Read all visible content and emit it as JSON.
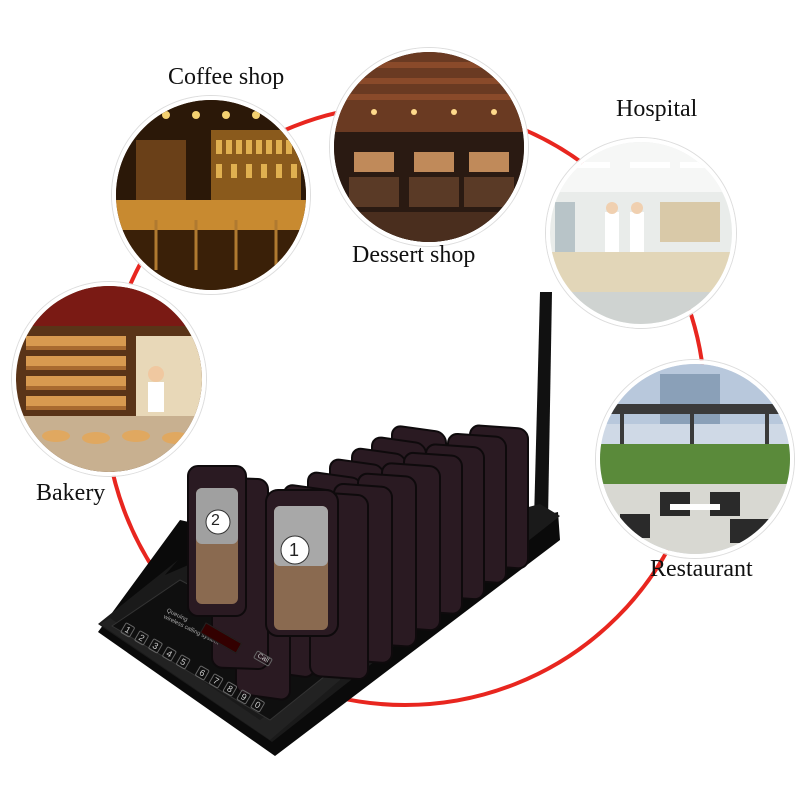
{
  "venues": {
    "coffee_shop": "Coffee shop",
    "dessert_shop": "Dessert shop",
    "hospital": "Hospital",
    "bakery": "Bakery",
    "restaurant": "Restaurant"
  },
  "device": {
    "pager_numbers": [
      "2",
      "1"
    ],
    "keypad_keys": [
      "1",
      "2",
      "3",
      "4",
      "5",
      "6",
      "7",
      "8",
      "9",
      "0"
    ],
    "call_key": "Call",
    "panel_text_line1": "Queuing",
    "panel_text_line2": "wireless calling system"
  },
  "colors": {
    "ring": "#e8261f",
    "base": "#141414",
    "pager": "#2a1a22"
  }
}
